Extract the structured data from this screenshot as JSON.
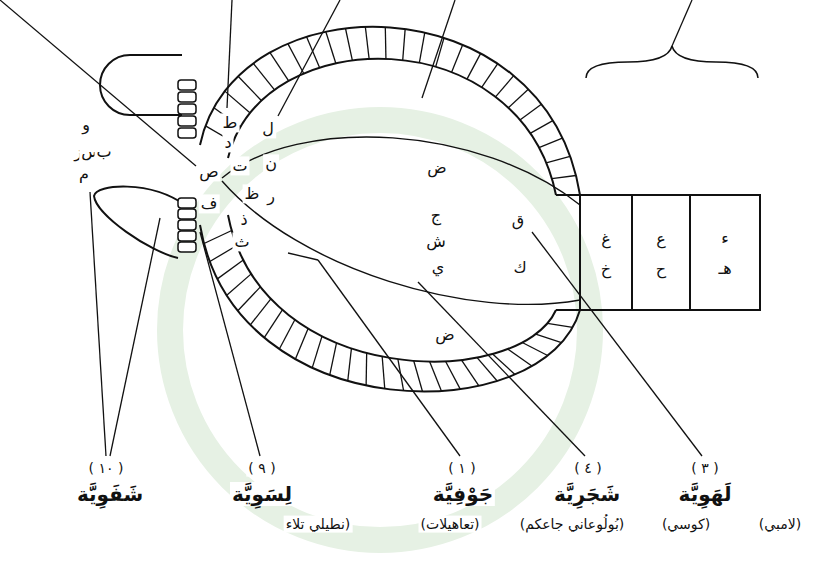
{
  "diagram": {
    "labels": [
      "و",
      "ز",
      "س",
      "ب",
      "م",
      "ص",
      "ف",
      "ط",
      "د",
      "ل",
      "ن",
      "ر",
      "ت",
      "ظ",
      "ذ",
      "ث",
      "ض",
      "ج",
      "ش",
      "ي",
      "ق",
      "ك",
      "غ",
      "خ",
      "ع",
      "ح",
      "ء",
      "هـ",
      "ض",
      "( ١٠ )",
      "( ٩ )",
      "( ١ )",
      "( ٤ )",
      "( ٣ )",
      "شَفَوِيَّة",
      "لِسَوِيَّة",
      "جَوْفِيَّة",
      "شَجَرِيَّة",
      "لَهَوِيَّة",
      "(لامبي)",
      "(كوسي)",
      "(بُولُوعاني جاعكم)",
      "(تعاهيلات)",
      "نطيلي تلاء)"
    ]
  }
}
